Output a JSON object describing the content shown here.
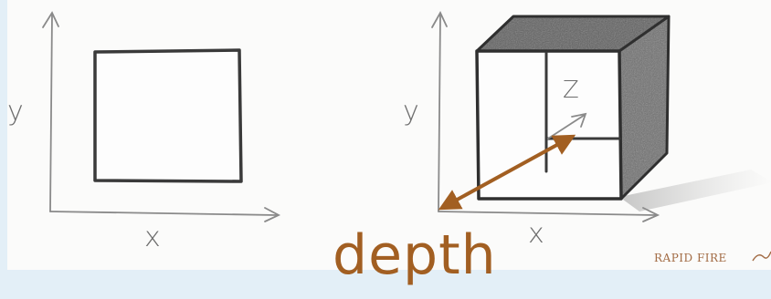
{
  "left_sketch": {
    "y_axis_label": "y",
    "x_axis_label": "x"
  },
  "right_sketch": {
    "y_axis_label": "y",
    "x_axis_label": "x",
    "z_axis_label": "Z"
  },
  "depth_arrow": {
    "label": "depth",
    "color": "#a25f22"
  },
  "logo": {
    "text": "RAPID FIRE"
  },
  "colors": {
    "background": "#e3eff7",
    "paper": "#fbfbfa",
    "pencil": "#444444",
    "accent": "#a25f22"
  }
}
